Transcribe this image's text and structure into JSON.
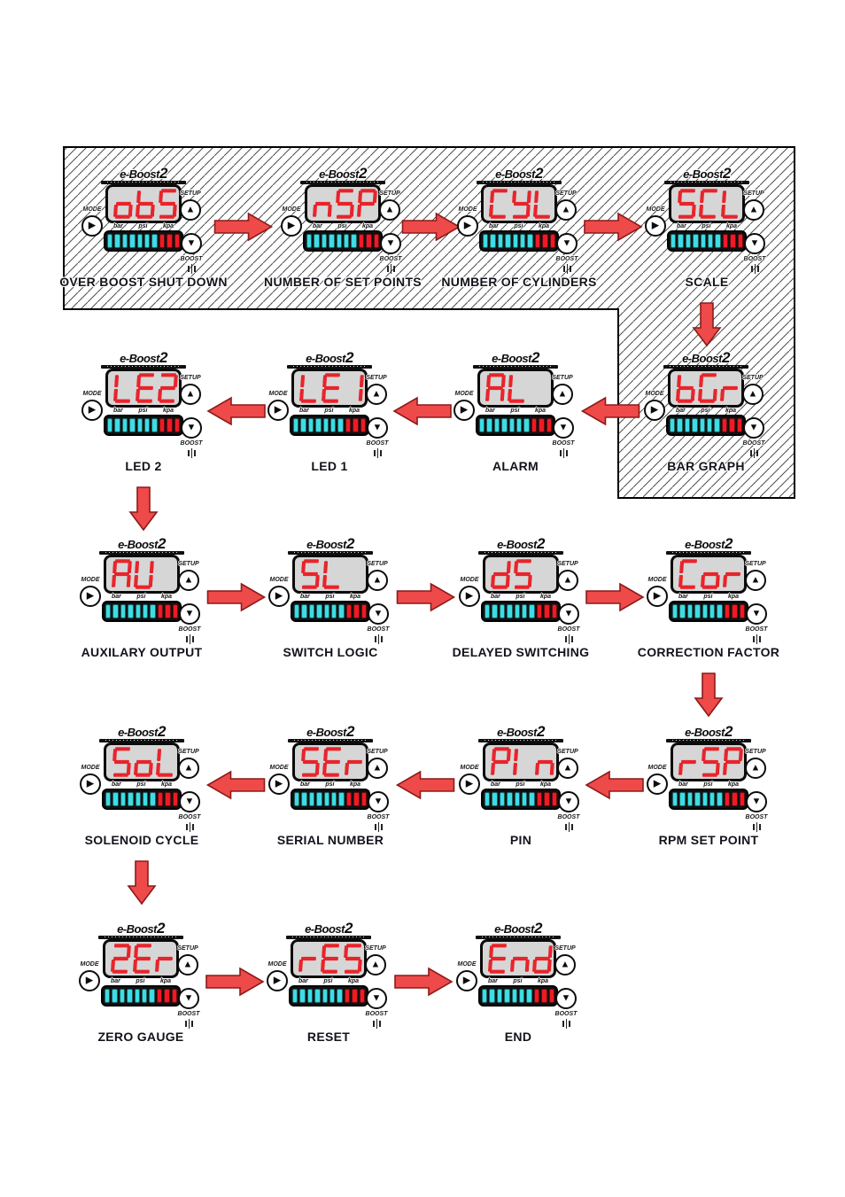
{
  "page": {
    "background": "#ffffff"
  },
  "brand": {
    "logo_text": "e-Boost",
    "logo_number": "2"
  },
  "panel": {
    "button_labels": {
      "mode": "MODE",
      "setup": "SETUP",
      "boost": "BOOST"
    },
    "units": [
      "bar",
      "psi",
      "kpa"
    ],
    "bargraph": {
      "segments_total": 10,
      "cyan_count": 7,
      "red_count": 3
    },
    "colors": {
      "lcd_digit_red": "#e8242b",
      "lcd_background": "#d6d6d6",
      "bar_cyan": "#3edce4",
      "bar_red": "#ee1b24",
      "arrow_red": "#ee4a49",
      "arrow_outline": "#8c1a1a"
    }
  },
  "flow": {
    "devices": [
      {
        "id": "obs",
        "display": "obS",
        "label": "OVER BOOST SHUT DOWN",
        "row": 0,
        "col": 0
      },
      {
        "id": "nsp",
        "display": "nSP",
        "label": "NUMBER OF SET POINTS",
        "row": 0,
        "col": 1
      },
      {
        "id": "cyl",
        "display": "CYL",
        "label": "NUMBER OF CYLINDERS",
        "row": 0,
        "col": 2
      },
      {
        "id": "scl",
        "display": "SCL",
        "label": "SCALE",
        "row": 0,
        "col": 3
      },
      {
        "id": "bgr",
        "display": "bGr",
        "label": "BAR GRAPH",
        "row": 1,
        "col": 3
      },
      {
        "id": "al",
        "display": "AL",
        "label": "ALARM",
        "row": 1,
        "col": 2
      },
      {
        "id": "le1",
        "display": "LE1",
        "label": "LED 1",
        "row": 1,
        "col": 1
      },
      {
        "id": "le2",
        "display": "LE2",
        "label": "LED 2",
        "row": 1,
        "col": 0
      },
      {
        "id": "au",
        "display": "AU",
        "label": "AUXILARY OUTPUT",
        "row": 2,
        "col": 0
      },
      {
        "id": "sl",
        "display": "SL",
        "label": "SWITCH LOGIC",
        "row": 2,
        "col": 1
      },
      {
        "id": "ds",
        "display": "dS",
        "label": "DELAYED SWITCHING",
        "row": 2,
        "col": 2
      },
      {
        "id": "cor",
        "display": "Cor",
        "label": "CORRECTION FACTOR",
        "row": 2,
        "col": 3
      },
      {
        "id": "rsp",
        "display": "rSP",
        "label": "RPM SET POINT",
        "row": 3,
        "col": 3
      },
      {
        "id": "pin",
        "display": "PIn",
        "label": "PIN",
        "row": 3,
        "col": 2
      },
      {
        "id": "ser",
        "display": "SEr",
        "label": "SERIAL NUMBER",
        "row": 3,
        "col": 1
      },
      {
        "id": "sol",
        "display": "SoL",
        "label": "SOLENOID CYCLE",
        "row": 3,
        "col": 0
      },
      {
        "id": "zer",
        "display": "ZEr",
        "label": "ZERO GAUGE",
        "row": 4,
        "col": 0
      },
      {
        "id": "res",
        "display": "rES",
        "label": "RESET",
        "row": 4,
        "col": 1
      },
      {
        "id": "end",
        "display": "End",
        "label": "END",
        "row": 4,
        "col": 2
      }
    ],
    "connections": [
      {
        "from": "obs",
        "to": "nsp",
        "direction": "right"
      },
      {
        "from": "nsp",
        "to": "cyl",
        "direction": "right"
      },
      {
        "from": "cyl",
        "to": "scl",
        "direction": "right"
      },
      {
        "from": "scl",
        "to": "bgr",
        "direction": "down"
      },
      {
        "from": "bgr",
        "to": "al",
        "direction": "left"
      },
      {
        "from": "al",
        "to": "le1",
        "direction": "left"
      },
      {
        "from": "le1",
        "to": "le2",
        "direction": "left"
      },
      {
        "from": "le2",
        "to": "au",
        "direction": "down"
      },
      {
        "from": "au",
        "to": "sl",
        "direction": "right"
      },
      {
        "from": "sl",
        "to": "ds",
        "direction": "right"
      },
      {
        "from": "ds",
        "to": "cor",
        "direction": "right"
      },
      {
        "from": "cor",
        "to": "rsp",
        "direction": "down"
      },
      {
        "from": "rsp",
        "to": "pin",
        "direction": "left"
      },
      {
        "from": "pin",
        "to": "ser",
        "direction": "left"
      },
      {
        "from": "ser",
        "to": "sol",
        "direction": "left"
      },
      {
        "from": "sol",
        "to": "zer",
        "direction": "down"
      },
      {
        "from": "zer",
        "to": "res",
        "direction": "right"
      },
      {
        "from": "res",
        "to": "end",
        "direction": "right"
      }
    ]
  }
}
